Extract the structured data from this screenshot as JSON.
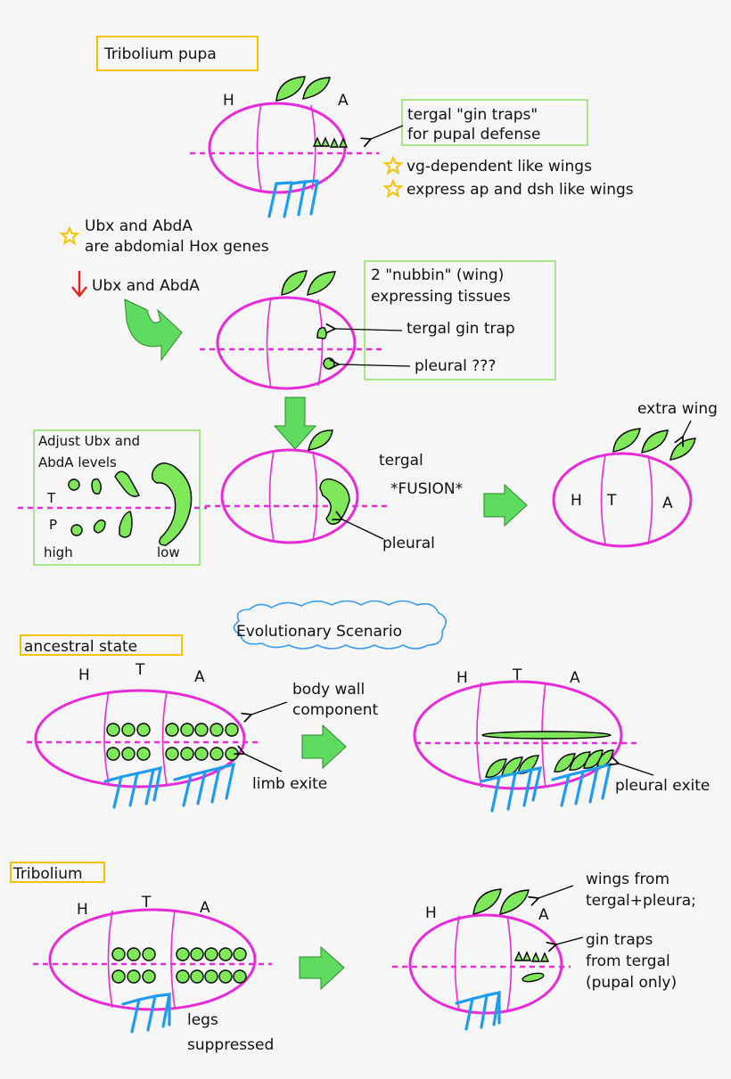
{
  "title": "Tribolium  pupa",
  "panel1": {
    "H": "H",
    "A": "A",
    "note_line1": "tergal \"gin traps\"",
    "note_line2": "for pupal defense",
    "star1": "vg-dependent like wings",
    "star2": "express ap and dsh like wings"
  },
  "hox": {
    "line1": "Ubx and AbdA",
    "line2": "are abdomial Hox genes",
    "down": "Ubx and AbdA"
  },
  "panel2": {
    "box_line1": "2 \"nubbin\" (wing)",
    "box_line2": "expressing tissues",
    "tergal": "tergal gin trap",
    "pleural": "pleural ???"
  },
  "panel3": {
    "adjust_line1": "Adjust Ubx and",
    "adjust_line2": "AbdA levels",
    "T": "T",
    "P": "P",
    "high": "high",
    "low": "low",
    "tergal": "tergal",
    "fusion": "*FUSION*",
    "pleural": "pleural",
    "extra": "extra wing",
    "H": "H",
    "Tl": "T",
    "A": "A"
  },
  "evo": {
    "cloud": "Evolutionary Scenario",
    "ancestral": "ancestral state",
    "H": "H",
    "T": "T",
    "A": "A",
    "body_wall_1": "body wall",
    "body_wall_2": "component",
    "limb": "limb exite",
    "pleural_exite": "pleural exite"
  },
  "trib": {
    "label": "Tribolium",
    "H": "H",
    "T": "T",
    "A": "A",
    "legs_1": "legs",
    "legs_2": "suppressed",
    "wings_1": "wings from",
    "wings_2": "tergal+pleura;",
    "gin_1": "gin traps",
    "gin_2": "from tergal",
    "gin_3": "(pupal only)"
  }
}
